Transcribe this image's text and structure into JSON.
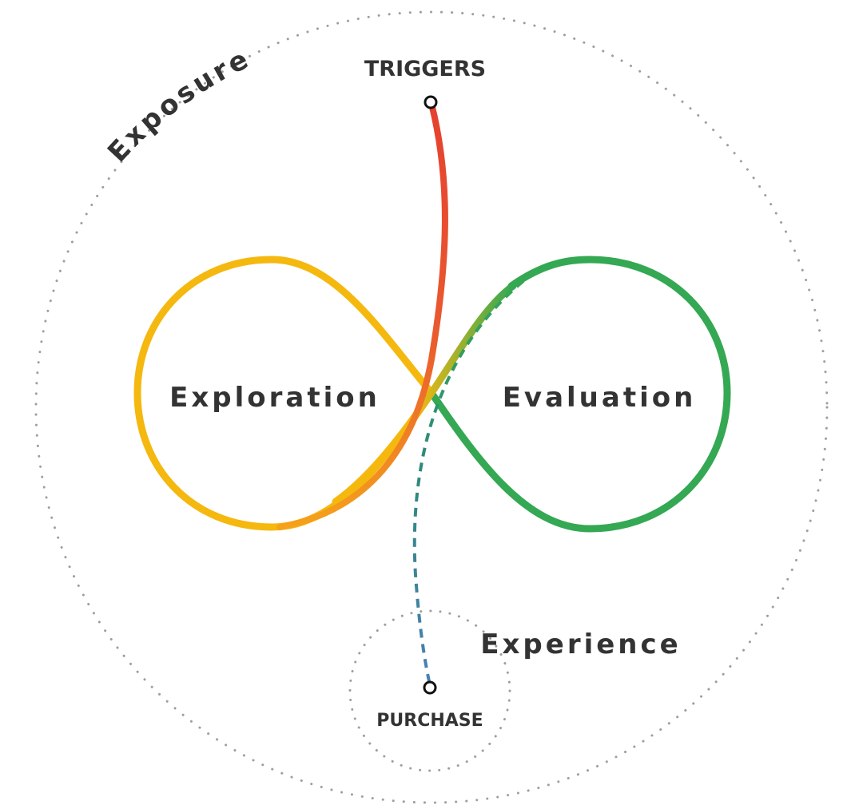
{
  "labels": {
    "exposure": "Exposure",
    "triggers": "TRIGGERS",
    "exploration": "Exploration",
    "evaluation": "Evaluation",
    "experience": "Experience",
    "purchase": "PURCHASE"
  },
  "colors": {
    "exploration": "#F5B80F",
    "evaluation": "#34A853",
    "trigger": "#EA4335",
    "purchase_path": "#4A7FB5",
    "boundary": "#9E9E9E",
    "text": "#333333"
  }
}
